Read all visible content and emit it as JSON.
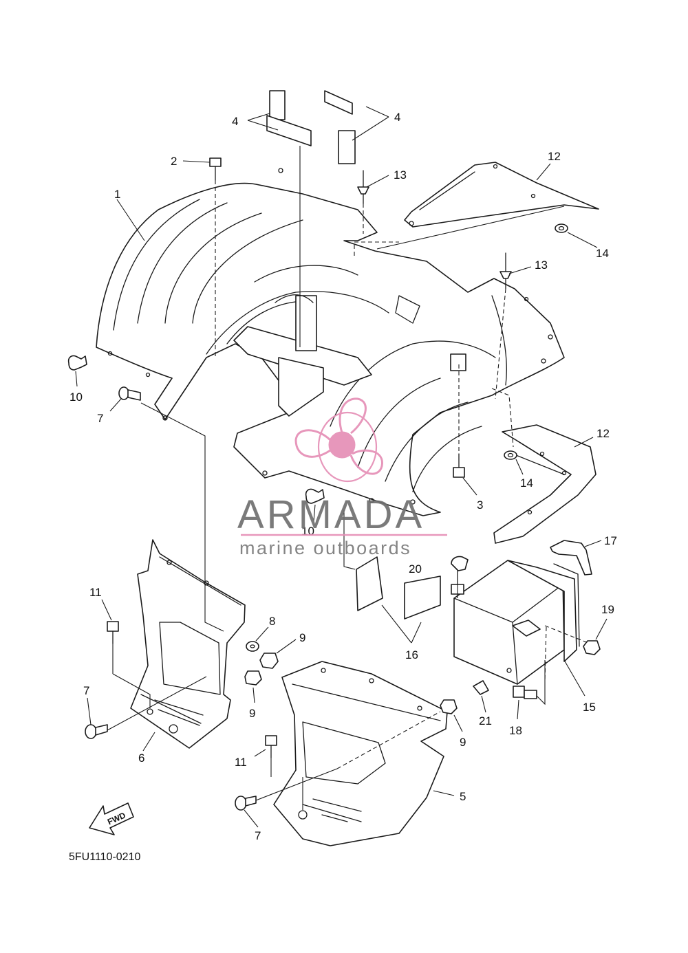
{
  "diagram": {
    "drawing_code": "5FU1110-0210",
    "fwd_marker": "FWD",
    "watermark": {
      "brand": "ARMADA",
      "tagline": "marine outboards",
      "brand_color": "#6f6f6f",
      "accent_color": "#e58fb6"
    },
    "callouts": [
      "1",
      "2",
      "3",
      "4",
      "4",
      "5",
      "6",
      "7",
      "7",
      "7",
      "8",
      "9",
      "9",
      "9",
      "10",
      "10",
      "11",
      "11",
      "12",
      "12",
      "13",
      "13",
      "14",
      "14",
      "15",
      "16",
      "17",
      "18",
      "19",
      "20",
      "21"
    ]
  }
}
